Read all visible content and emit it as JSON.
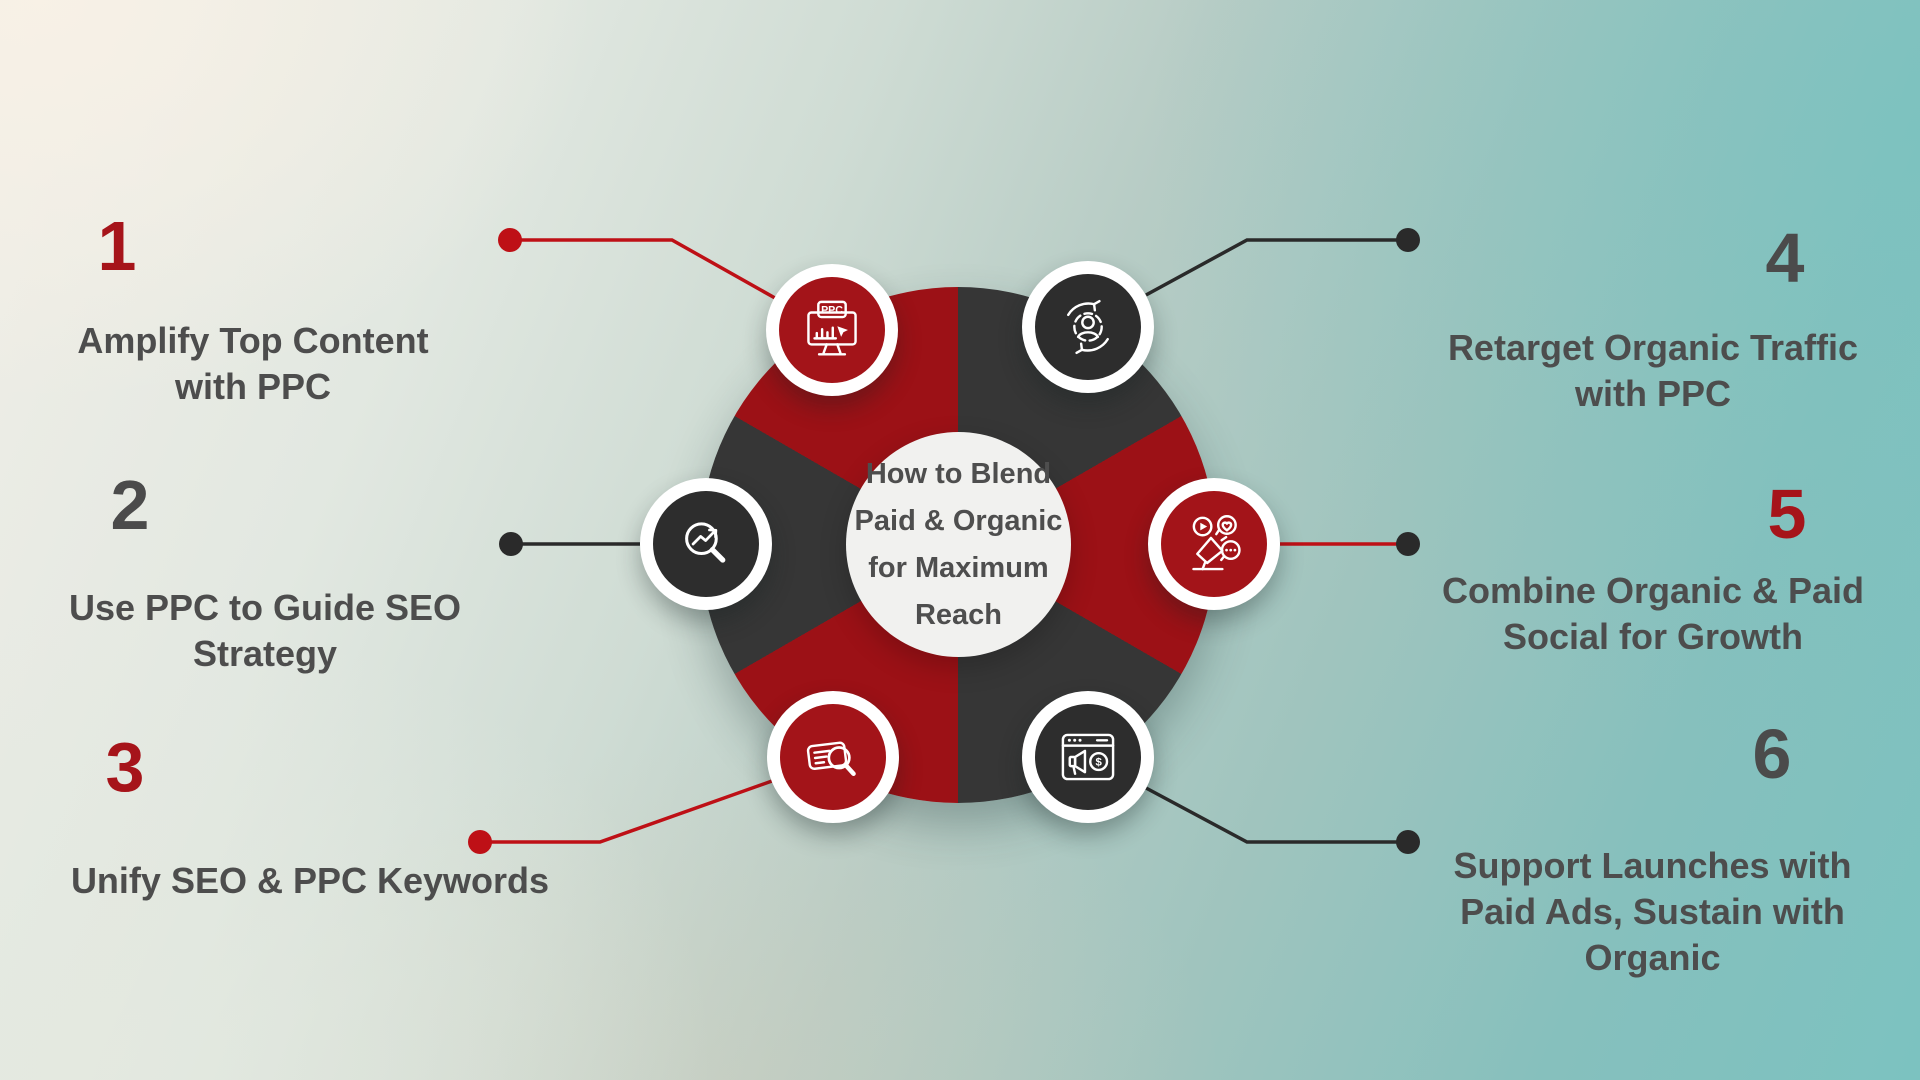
{
  "center": {
    "lines": [
      "How to Blend",
      "Paid & Organic",
      "for Maximum",
      "Reach"
    ]
  },
  "steps": [
    {
      "number": "1",
      "accent": "red",
      "icon": "ppc-monitor-icon",
      "lines": [
        "Amplify Top Content",
        "with PPC"
      ]
    },
    {
      "number": "2",
      "accent": "dark",
      "icon": "seo-growth-icon",
      "lines": [
        "Use PPC to Guide SEO",
        "Strategy"
      ]
    },
    {
      "number": "3",
      "accent": "red",
      "icon": "keyword-search-icon",
      "lines": [
        "Unify SEO & PPC Keywords"
      ]
    },
    {
      "number": "4",
      "accent": "dark",
      "icon": "retarget-audience-icon",
      "lines": [
        "Retarget Organic Traffic",
        "with PPC"
      ]
    },
    {
      "number": "5",
      "accent": "red",
      "icon": "social-megaphone-icon",
      "lines": [
        "Combine Organic & Paid",
        "Social for Growth"
      ]
    },
    {
      "number": "6",
      "accent": "dark",
      "icon": "paid-ads-browser-icon",
      "lines": [
        "Support Launches with",
        "Paid Ads, Sustain with",
        "Organic"
      ]
    }
  ],
  "icon_labels": {
    "ppc": "PPC",
    "dollar": "$"
  },
  "colors": {
    "wedge_red": "#9c1116",
    "wedge_dark": "#363636",
    "node_red": "#a31419",
    "node_dark": "#2d2d2d",
    "connector_red": "#be1016",
    "connector_dark": "#2a2a2a",
    "number_red": "#a6141a",
    "number_dark": "#4b4b4b",
    "text_gray": "#4d4d4d",
    "center_bg": "#f1f1ef",
    "bg_teal": "#7cc2c0",
    "bg_warm": "#f0eee7"
  }
}
